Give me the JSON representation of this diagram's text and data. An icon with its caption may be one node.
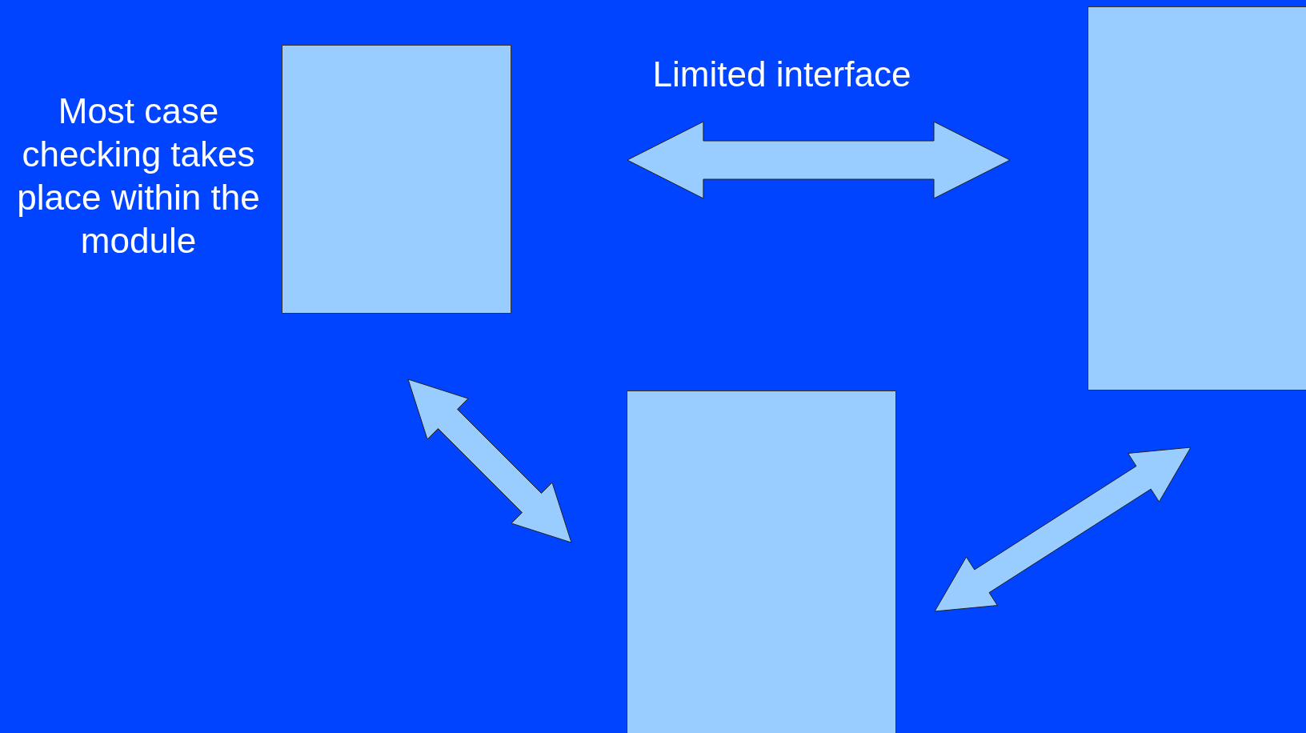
{
  "diagram": {
    "nodes": [
      {
        "text": [],
        "shape": "box",
        "beside": [
          "Most case checking takes place within the module"
        ]
      },
      {
        "text": [],
        "shape": "box"
      },
      {
        "text": [],
        "shape": "box"
      }
    ],
    "edges": [
      {
        "from": 0,
        "to": 1,
        "arrow": "both",
        "label": "Limited interface"
      },
      {
        "from": 0,
        "to": 2,
        "arrow": "both"
      },
      {
        "from": 2,
        "to": 1,
        "arrow": "both"
      }
    ]
  }
}
